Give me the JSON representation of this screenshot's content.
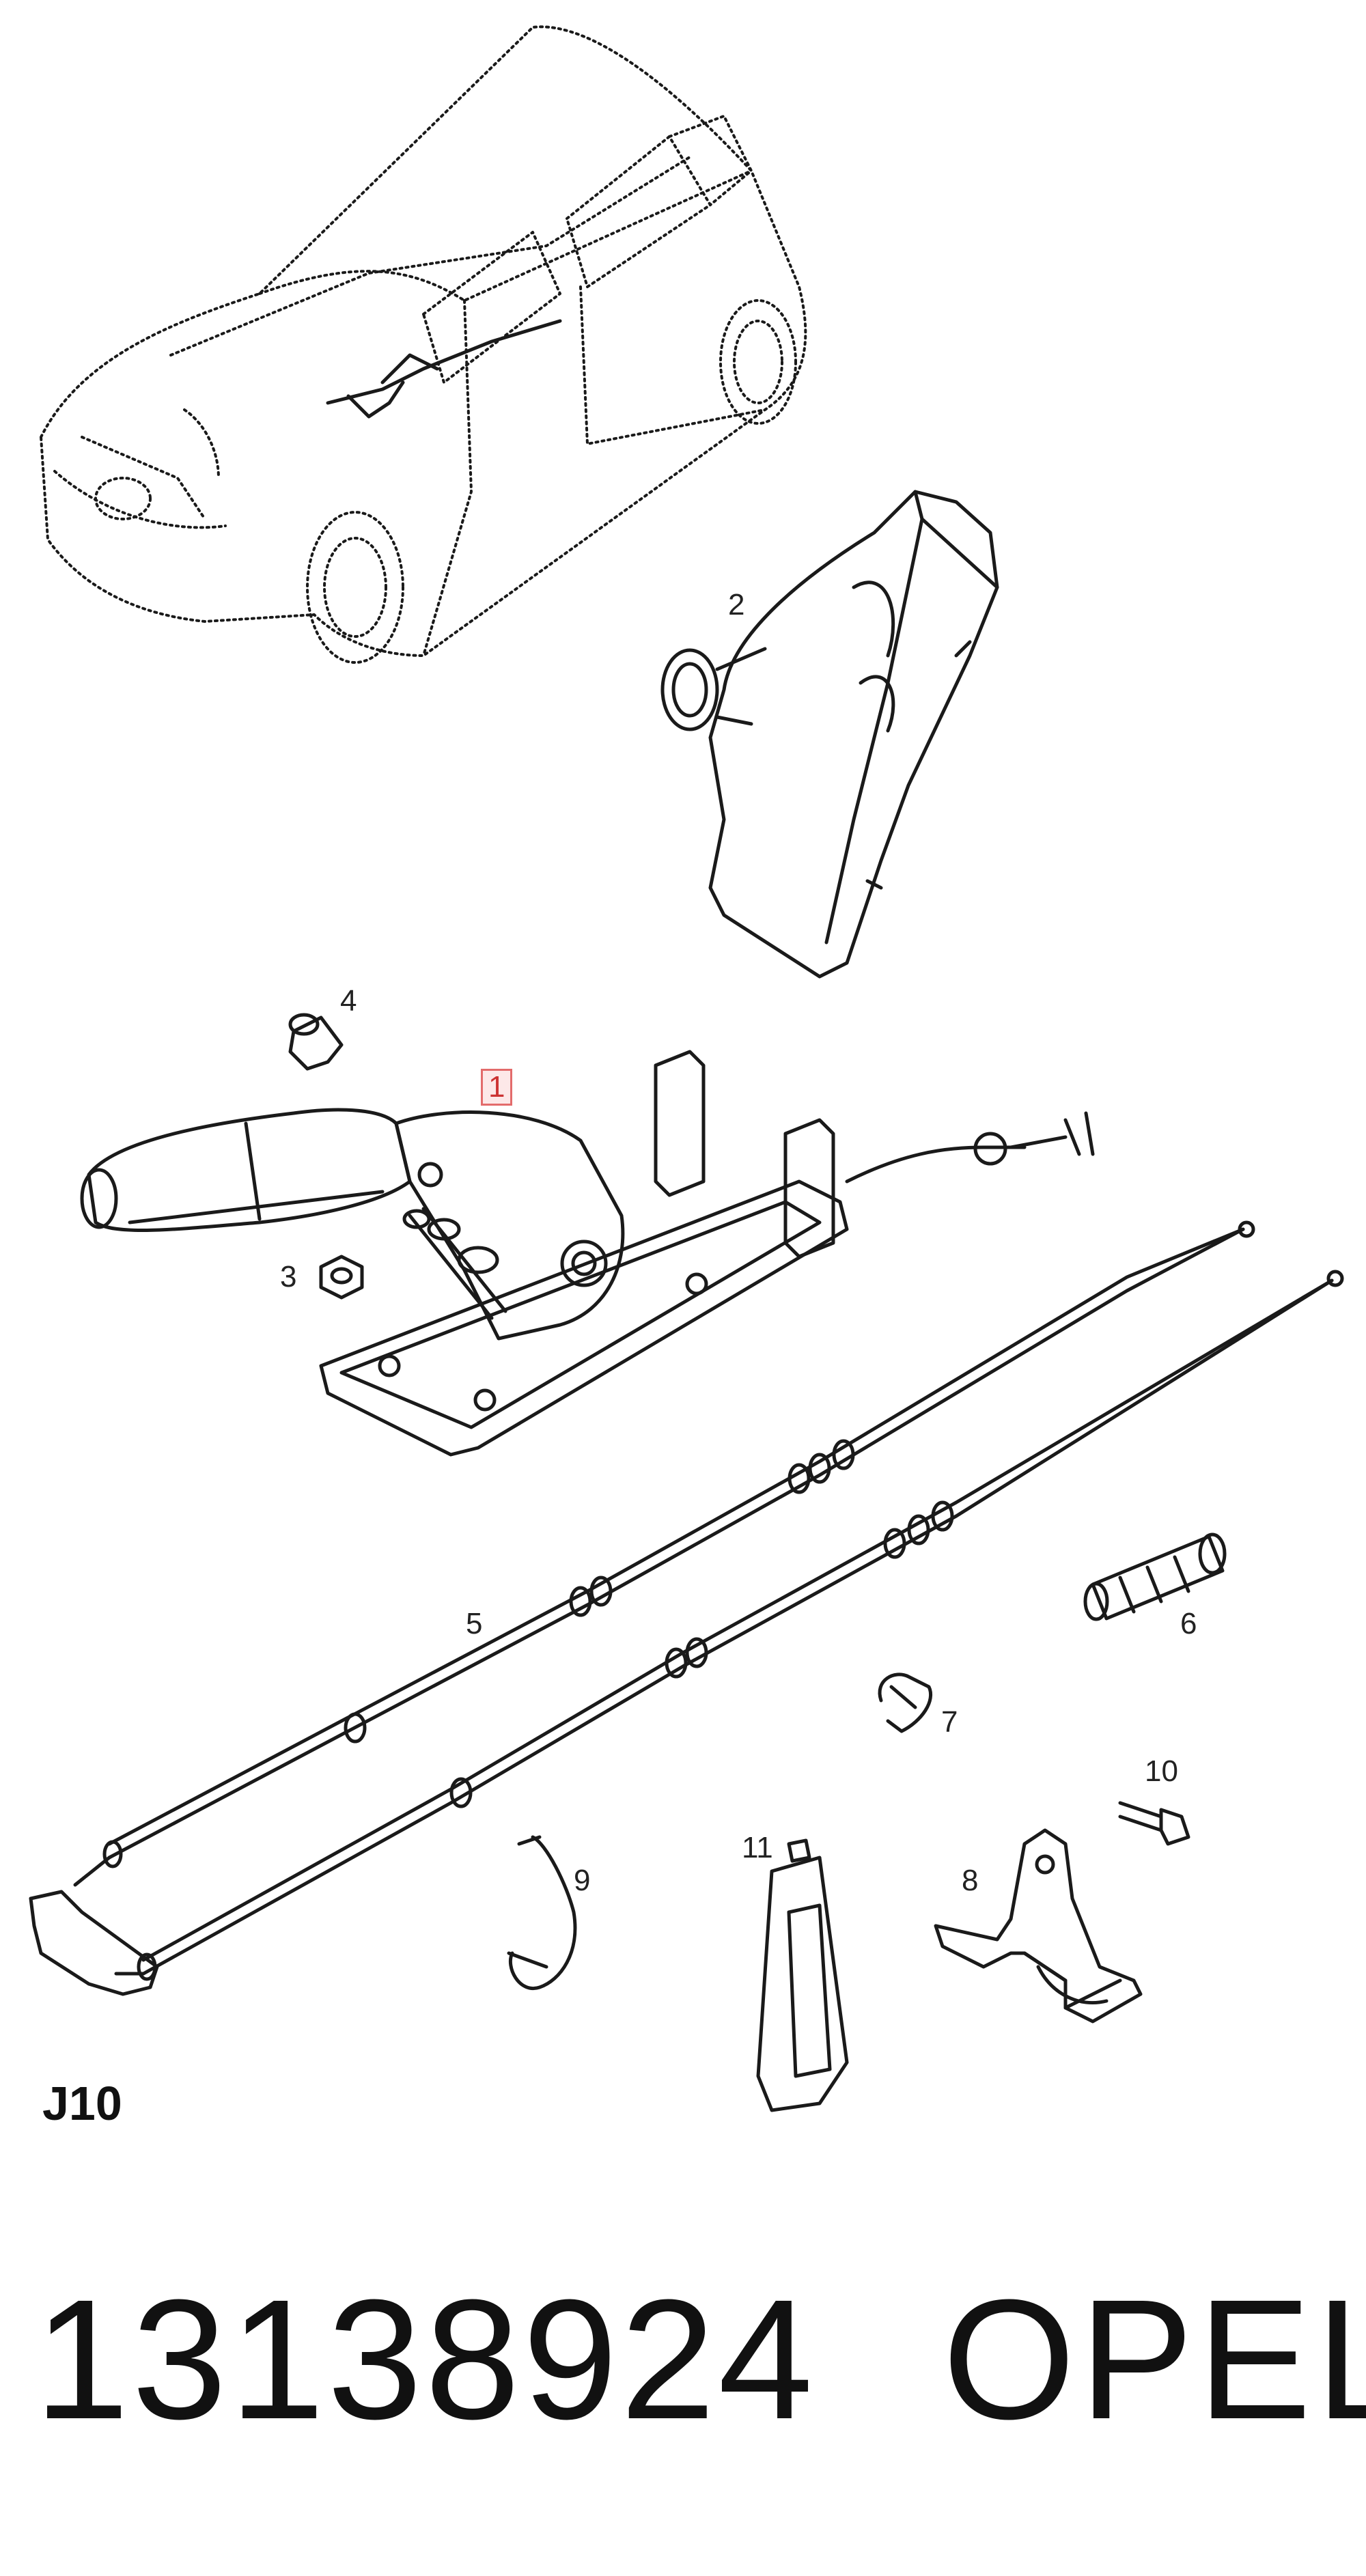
{
  "callouts": {
    "c1": "1",
    "c2": "2",
    "c3": "3",
    "c4": "4",
    "c5": "5",
    "c6": "6",
    "c7": "7",
    "c8": "8",
    "c9": "9",
    "c10": "10",
    "c11": "11"
  },
  "highlighted_callout": "1",
  "section_code": "J10",
  "footer": {
    "part_number": "13138924",
    "brand": "OPEL"
  },
  "colors": {
    "line": "#1a1a1a",
    "highlight_border": "#e36b6b",
    "highlight_fill": "#fde8e8"
  }
}
